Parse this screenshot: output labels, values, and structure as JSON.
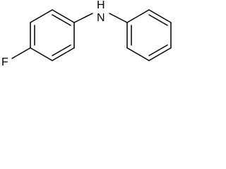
{
  "structure": {
    "atoms": {
      "fluorine": "F",
      "nitrogen": "N",
      "hydrogen": "H"
    },
    "colors": {
      "bond": "#000000",
      "label": "#000000",
      "background": "#ffffff"
    }
  }
}
